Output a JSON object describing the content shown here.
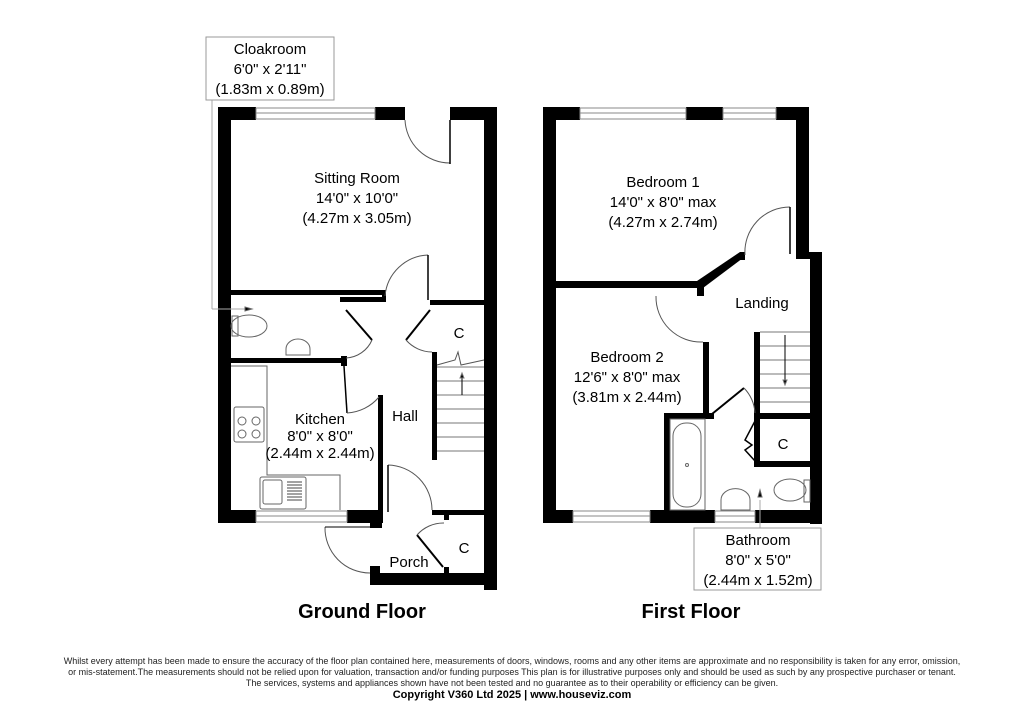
{
  "ground_floor": {
    "title": "Ground Floor",
    "rooms": {
      "cloakroom": {
        "name": "Cloakroom",
        "imperial": "6'0\" x 2'11\"",
        "metric": "(1.83m x 0.89m)"
      },
      "sitting_room": {
        "name": "Sitting Room",
        "imperial": "14'0\" x 10'0\"",
        "metric": "(4.27m x 3.05m)"
      },
      "kitchen": {
        "name": "Kitchen",
        "imperial": "8'0\" x 8'0\"",
        "metric": "(2.44m x 2.44m)"
      },
      "hall": {
        "name": "Hall"
      },
      "porch": {
        "name": "Porch"
      },
      "cupboard_1": {
        "name": "C"
      },
      "cupboard_2": {
        "name": "C"
      }
    }
  },
  "first_floor": {
    "title": "First Floor",
    "rooms": {
      "bedroom_1": {
        "name": "Bedroom 1",
        "imperial": "14'0\" x 8'0\" max",
        "metric": "(4.27m x 2.74m)"
      },
      "bedroom_2": {
        "name": "Bedroom 2",
        "imperial": "12'6\" x 8'0\" max",
        "metric": "(3.81m x 2.44m)"
      },
      "landing": {
        "name": "Landing"
      },
      "bathroom": {
        "name": "Bathroom",
        "imperial": "8'0\" x 5'0\"",
        "metric": "(2.44m x 1.52m)"
      },
      "cupboard": {
        "name": "C"
      }
    }
  },
  "footer": {
    "disclaimer_line_1": "Whilst every attempt has been made to ensure the accuracy of the floor plan contained here, measurements of doors, windows, rooms and any other items are approximate and no responsibility is taken for any error, omission,",
    "disclaimer_line_2": "or mis-statement.The measurements should not be relied upon for valuation, transaction and/or funding purposes This plan is for illustrative purposes only and should be used as such by any prospective purchaser or tenant.",
    "disclaimer_line_3": "The services, systems and appliances shown have not been tested and no guarantee as to their operability or efficiency can be given.",
    "copyright": "Copyright V360 Ltd 2025 | www.houseviz.com"
  },
  "colors": {
    "wall": "#000000",
    "background": "#ffffff",
    "thin_line": "#555555",
    "label_box_border": "#999999"
  }
}
